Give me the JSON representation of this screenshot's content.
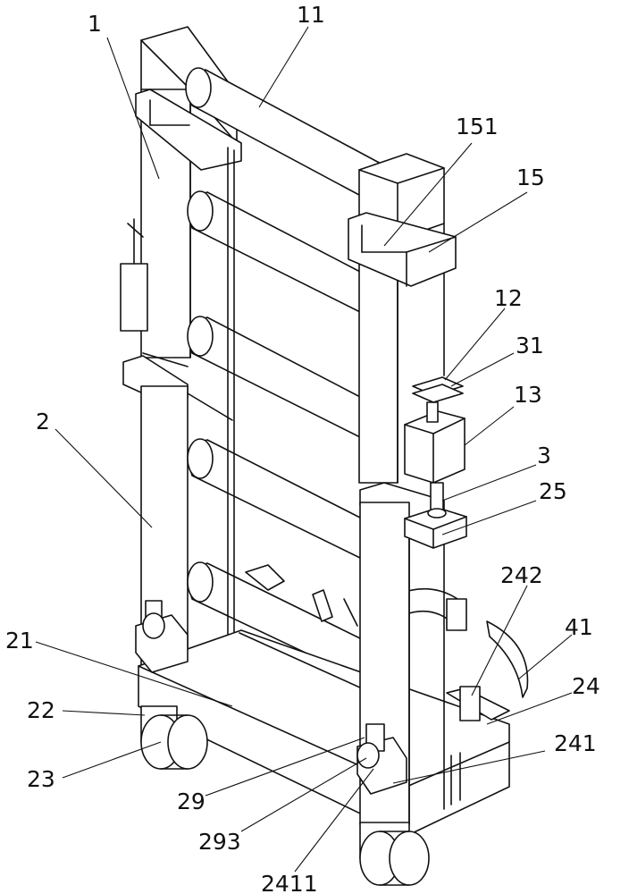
{
  "figure": {
    "labels": {
      "l1": "1",
      "l11": "11",
      "l151": "151",
      "l15": "15",
      "l12": "12",
      "l31": "31",
      "l13": "13",
      "l3": "3",
      "l25": "25",
      "l2": "2",
      "l242": "242",
      "l41": "41",
      "l24": "24",
      "l21": "21",
      "l22": "22",
      "l241": "241",
      "l23": "23",
      "l29": "29",
      "l293": "293",
      "l2411": "2411"
    }
  }
}
